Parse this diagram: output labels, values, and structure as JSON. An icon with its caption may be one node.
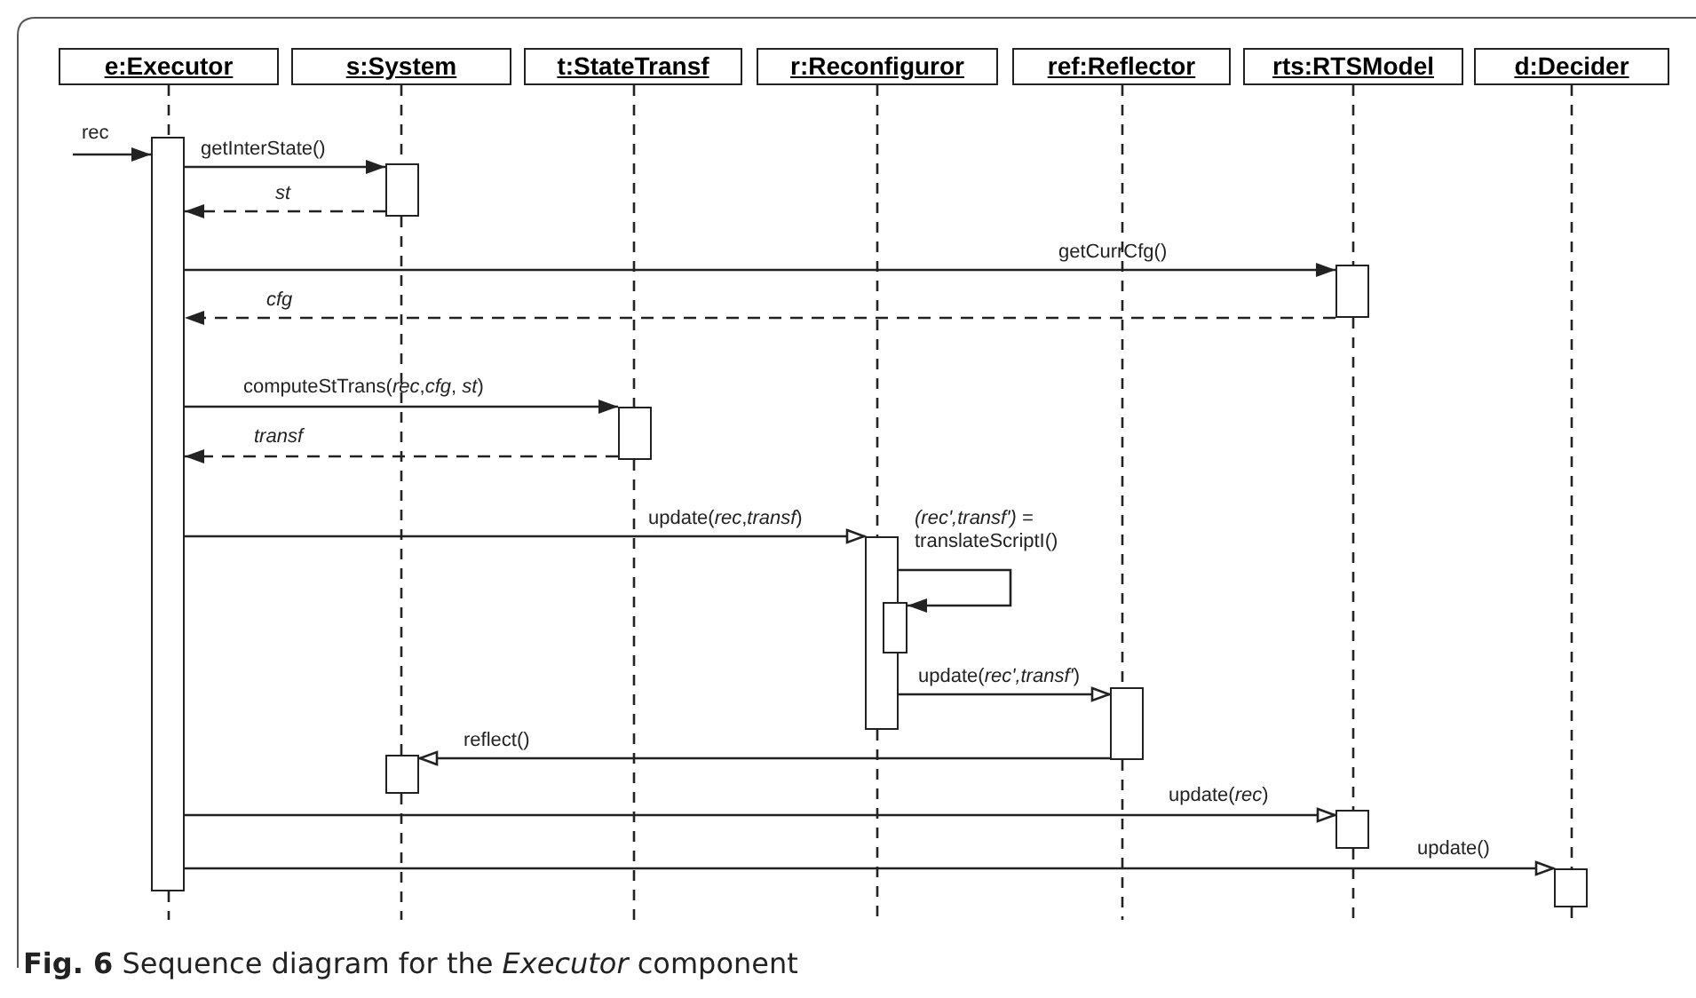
{
  "diagram": {
    "caption": "**Fig. 6** Sequence diagram for the *Executor* component",
    "nodes": [
      {
        "text": [
          "e:Executor"
        ]
      },
      {
        "text": [
          "s:System"
        ]
      },
      {
        "text": [
          "t:StateTransf"
        ]
      },
      {
        "text": [
          "r:Reconfiguror"
        ]
      },
      {
        "text": [
          "ref:Reflector"
        ]
      },
      {
        "text": [
          "rts:RTSModel"
        ]
      },
      {
        "text": [
          "d:Decider"
        ]
      },
      {
        "text": [],
        "shape": "box"
      },
      {
        "text": [],
        "shape": "box"
      },
      {
        "text": [],
        "shape": "box"
      },
      {
        "text": [],
        "shape": "box"
      },
      {
        "text": [],
        "shape": "box"
      },
      {
        "text": [],
        "shape": "box"
      },
      {
        "text": [],
        "shape": "box"
      },
      {
        "text": [],
        "shape": "box"
      },
      {
        "text": [],
        "shape": "box"
      },
      {
        "text": [],
        "shape": "box"
      }
    ],
    "edges": [
      {
        "from": null,
        "to": 7,
        "arrow": "to",
        "label": "rec"
      },
      {
        "from": 7,
        "to": 8,
        "arrow": "to",
        "label": "getInterState()"
      },
      {
        "from": 8,
        "to": 7,
        "arrow": "to",
        "label": "st",
        "style": "dashed"
      },
      {
        "from": 7,
        "to": 9,
        "arrow": "to",
        "label": "getCurrCfg()"
      },
      {
        "from": 9,
        "to": 7,
        "arrow": "to",
        "label": "cfg",
        "style": "dashed"
      },
      {
        "from": 7,
        "to": 10,
        "arrow": "to",
        "label": "computeStTrans(*rec*,*cfg*, *st*)"
      },
      {
        "from": 10,
        "to": 7,
        "arrow": "to",
        "label": "transf",
        "style": "dashed"
      },
      {
        "from": 7,
        "to": 11,
        "arrow": "to",
        "label": "update(*rec*,*transf*)"
      },
      {
        "from": 11,
        "to": 12,
        "arrow": "to",
        "label": "*(rec',transf') =* translateScriptI()"
      },
      {
        "from": 11,
        "to": 13,
        "arrow": "to",
        "label": "update(*rec',transf'*)"
      },
      {
        "from": 13,
        "to": 14,
        "arrow": "to",
        "label": "reflect()"
      },
      {
        "from": 7,
        "to": 15,
        "arrow": "to",
        "label": "update(*rec*)"
      },
      {
        "from": 7,
        "to": 16,
        "arrow": "to",
        "label": "update()"
      },
      {
        "from": 0,
        "to": 7,
        "arrow": "none",
        "style": "dashed"
      },
      {
        "from": 1,
        "to": 8,
        "arrow": "none",
        "style": "dashed"
      },
      {
        "from": 8,
        "to": 14,
        "arrow": "none",
        "style": "dashed"
      },
      {
        "from": 2,
        "to": 10,
        "arrow": "none",
        "style": "dashed"
      },
      {
        "from": 3,
        "to": 11,
        "arrow": "none",
        "style": "dashed"
      },
      {
        "from": 4,
        "to": 13,
        "arrow": "none",
        "style": "dashed"
      },
      {
        "from": 5,
        "to": 9,
        "arrow": "none",
        "style": "dashed"
      },
      {
        "from": 9,
        "to": 15,
        "arrow": "none",
        "style": "dashed"
      },
      {
        "from": 6,
        "to": 16,
        "arrow": "none",
        "style": "dashed"
      }
    ]
  }
}
